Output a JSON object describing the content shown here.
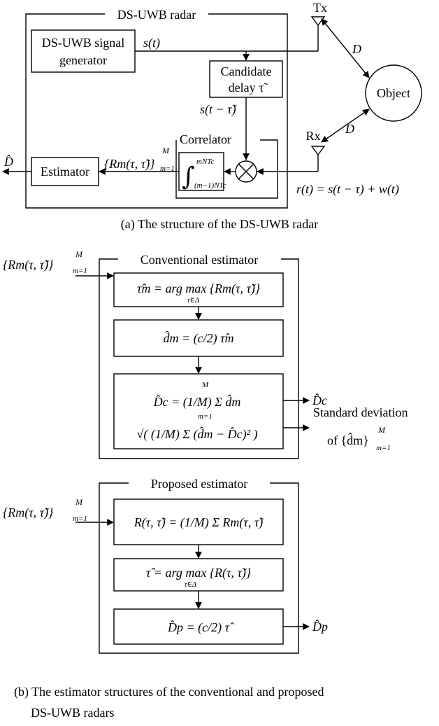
{
  "part_a": {
    "radar_title": "DS-UWB radar",
    "signal_generator": [
      "DS-UWB signal",
      "generator"
    ],
    "s_t": "s(t)",
    "candidate_delay": [
      "Candidate",
      "delay τ̃"
    ],
    "s_delayed": "s(t − τ̃)",
    "correlator": "Correlator",
    "integral_upper": "mNTc",
    "integral_lower": "(m−1)NTc",
    "estimator": "Estimator",
    "corr_output": "{Rm(τ, τ̃)}",
    "corr_output_sup": "M",
    "corr_output_sub": "m=1",
    "D_hat": "D̂",
    "tx": "Tx",
    "rx": "Rx",
    "D1": "D",
    "D2": "D",
    "object": "Object",
    "received": "r(t) = s(t − τ) + w(t)",
    "caption": "(a) The structure of the DS-UWB radar"
  },
  "part_b": {
    "conventional_title": "Conventional estimator",
    "conv_input": "{Rm(τ, τ̃)}",
    "conv_input_sup": "M",
    "conv_input_sub": "m=1",
    "conv_eq1": "τ̂m = arg max {Rm(τ, τ̃)}",
    "conv_eq1_sub": "τ̃∈Δ",
    "conv_eq2": "d̂m = (c/2) τ̂m",
    "conv_eq3": "D̂c = (1/M) Σ d̂m",
    "conv_eq4": "√( (1/M) Σ (d̂m − D̂c)² )",
    "sum_top": "M",
    "sum_bottom": "m=1",
    "conv_out1": "D̂c",
    "std_dev": [
      "Standard deviation",
      "of {d̂m}"
    ],
    "std_sup": "M",
    "std_sub": "m=1",
    "proposed_title": "Proposed estimator",
    "prop_input": "{Rm(τ, τ̃)}",
    "prop_input_sup": "M",
    "prop_input_sub": "m=1",
    "prop_eq1": "R(τ, τ̃) = (1/M) Σ Rm(τ, τ̃)",
    "prop_eq2": "τ̂ = arg max {R(τ, τ̃)}",
    "prop_eq2_sub": "τ̃∈Δ",
    "prop_eq3": "D̂p = (c/2) τ̂",
    "prop_out": "D̂p",
    "caption": [
      "(b) The estimator structures of the conventional and proposed",
      "DS-UWB radars"
    ]
  }
}
